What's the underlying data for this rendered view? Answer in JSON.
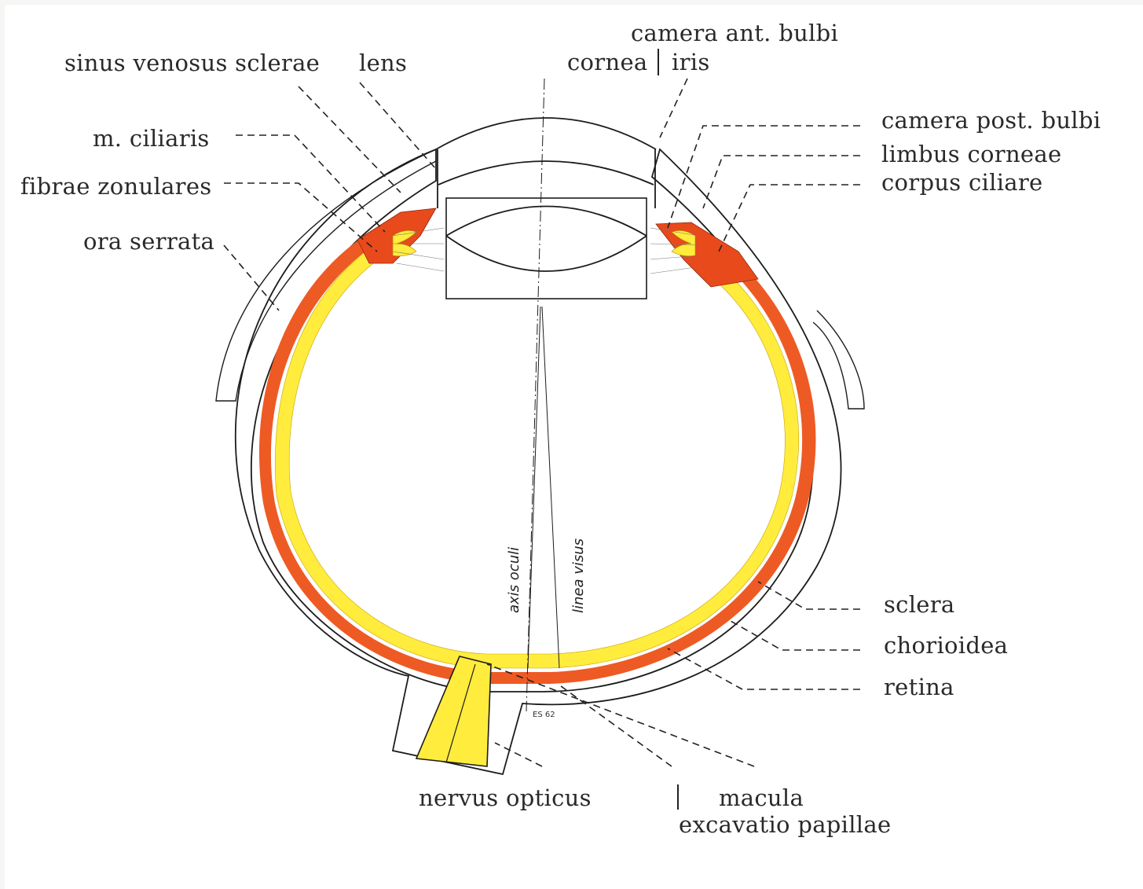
{
  "labels": {
    "camera_ant_bulbi": "camera ant. bulbi",
    "cornea": "cornea",
    "iris": "iris",
    "sinus_venosus_sclerae": "sinus venosus sclerae",
    "lens": "lens",
    "camera_post_bulbi": "camera post. bulbi",
    "limbus_corneae": "limbus corneae",
    "corpus_ciliare": "corpus ciliare",
    "m_ciliaris": "m. ciliaris",
    "fibrae_zonulares": "fibrae zonulares",
    "ora_serrata": "ora serrata",
    "sclera": "sclera",
    "chorioidea": "chorioidea",
    "retina": "retina",
    "nervus_opticus": "nervus opticus",
    "macula": "macula",
    "excavatio_papillae": "excavatio papillae",
    "axis_oculi": "axis oculi",
    "linea_visus": "linea visus"
  },
  "signature": "ES 62",
  "colors": {
    "sclera": "#ffffff",
    "chorioidea": "#ee5a24",
    "retina": "#ffec3d",
    "ciliary_body": "#e84a1c",
    "outline": "#1c1c1c",
    "background": "#f6f6f4"
  }
}
